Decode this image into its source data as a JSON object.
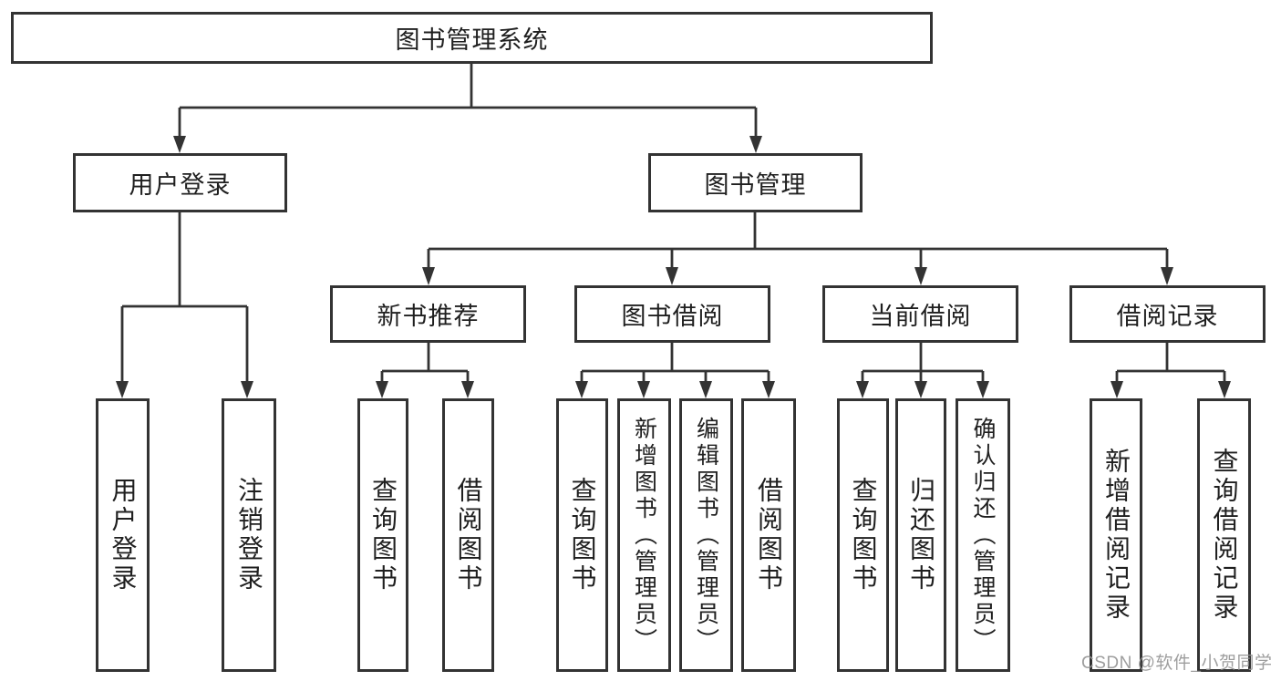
{
  "diagram_title": "图书管理系统",
  "watermark": {
    "text": "CSDN @软件_小贺同学"
  },
  "nodes": {
    "root": {
      "label": "图书管理系统"
    },
    "user_login": {
      "label": "用户登录"
    },
    "book_mgmt": {
      "label": "图书管理"
    },
    "new_book_rec": {
      "label": "新书推荐"
    },
    "book_borrow": {
      "label": "图书借阅"
    },
    "current_borrow": {
      "label": "当前借阅"
    },
    "borrow_record": {
      "label": "借阅记录"
    },
    "ul_user_login": {
      "label": "用户登录"
    },
    "ul_logout": {
      "label": "注销登录"
    },
    "nb_query_book": {
      "label": "查询图书"
    },
    "nb_borrow_book": {
      "label": "借阅图书"
    },
    "bb_query_book": {
      "label": "查询图书"
    },
    "bb_add_book": {
      "label": "新增图书（管理员）"
    },
    "bb_edit_book": {
      "label": "编辑图书（管理员）"
    },
    "bb_borrow_book": {
      "label": "借阅图书"
    },
    "cb_query_book": {
      "label": "查询图书"
    },
    "cb_return_book": {
      "label": "归还图书"
    },
    "cb_confirm_return": {
      "label": "确认归还（管理员）"
    },
    "br_add_record": {
      "label": "新增借阅记录"
    },
    "br_query_record": {
      "label": "查询借阅记录"
    }
  },
  "structure": {
    "图书管理系统": {
      "用户登录": [
        "用户登录",
        "注销登录"
      ],
      "图书管理": {
        "新书推荐": [
          "查询图书",
          "借阅图书"
        ],
        "图书借阅": [
          "查询图书",
          "新增图书（管理员）",
          "编辑图书（管理员）",
          "借阅图书"
        ],
        "当前借阅": [
          "查询图书",
          "归还图书",
          "确认归还（管理员）"
        ],
        "借阅记录": [
          "新增借阅记录",
          "查询借阅记录"
        ]
      }
    }
  }
}
